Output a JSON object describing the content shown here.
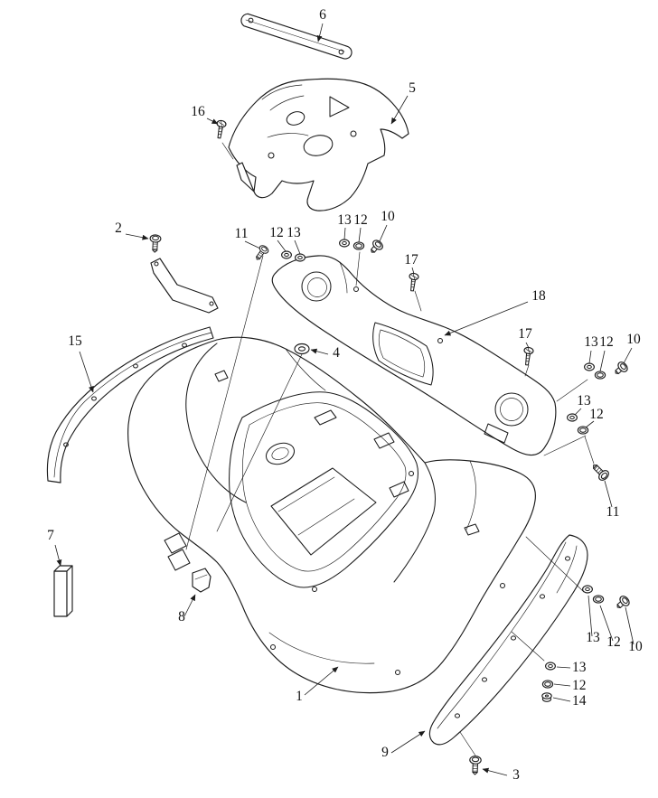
{
  "diagram": {
    "type": "exploded-parts-diagram",
    "background": "#ffffff",
    "line_color": "#1c1c1c",
    "label_color": "#111111"
  },
  "labels": [
    {
      "id": "6",
      "text": "6"
    },
    {
      "id": "5",
      "text": "5"
    },
    {
      "id": "16",
      "text": "16"
    },
    {
      "id": "2",
      "text": "2"
    },
    {
      "id": "11-a",
      "text": "11"
    },
    {
      "id": "12-a",
      "text": "12"
    },
    {
      "id": "13-a",
      "text": "13"
    },
    {
      "id": "13-b",
      "text": "13"
    },
    {
      "id": "12-b",
      "text": "12"
    },
    {
      "id": "10-b",
      "text": "10"
    },
    {
      "id": "17-a",
      "text": "17"
    },
    {
      "id": "18",
      "text": "18"
    },
    {
      "id": "17-b",
      "text": "17"
    },
    {
      "id": "4",
      "text": "4"
    },
    {
      "id": "15",
      "text": "15"
    },
    {
      "id": "13-c",
      "text": "13"
    },
    {
      "id": "12-c",
      "text": "12"
    },
    {
      "id": "10-c",
      "text": "10"
    },
    {
      "id": "13-d",
      "text": "13"
    },
    {
      "id": "12-d",
      "text": "12"
    },
    {
      "id": "11-b",
      "text": "11"
    },
    {
      "id": "7",
      "text": "7"
    },
    {
      "id": "8",
      "text": "8"
    },
    {
      "id": "1",
      "text": "1"
    },
    {
      "id": "13-e",
      "text": "13"
    },
    {
      "id": "12-e",
      "text": "12"
    },
    {
      "id": "10-e",
      "text": "10"
    },
    {
      "id": "13-f",
      "text": "13"
    },
    {
      "id": "12-f",
      "text": "12"
    },
    {
      "id": "14",
      "text": "14"
    },
    {
      "id": "9",
      "text": "9"
    },
    {
      "id": "3",
      "text": "3"
    }
  ]
}
